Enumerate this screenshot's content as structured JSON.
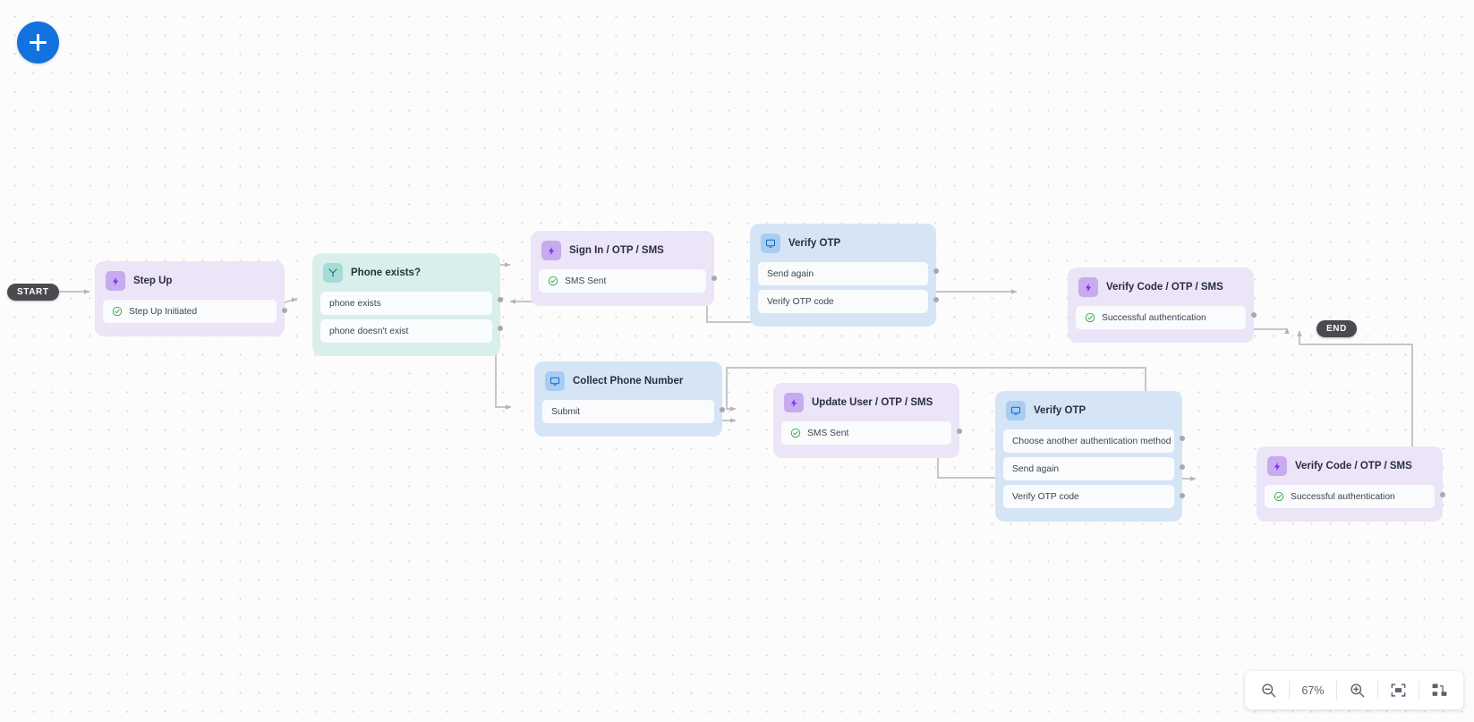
{
  "app": {
    "canvas_name": "flow-canvas",
    "add_button_label": "+",
    "add_button_icon": "plus-icon"
  },
  "terminals": {
    "start": "START",
    "end": "END"
  },
  "toolbar": {
    "zoom_level": "67%",
    "zoom_out_icon": "zoom-out-icon",
    "zoom_in_icon": "zoom-in-icon",
    "fit_screen_icon": "fit-to-screen-icon",
    "auto_layout_icon": "auto-layout-icon"
  },
  "colors": {
    "purple_node": "#ece4f7",
    "blue_node": "#d6e5f6",
    "teal_node": "#d9efec",
    "purple_icon": "#c8abee",
    "blue_icon": "#a9cdf2",
    "teal_icon": "#a5dcd6",
    "accent_blue": "#1273de",
    "success_green": "#2fa84f",
    "edge_gray": "#b4b4ba",
    "terminal_dark": "#4a4a4f"
  },
  "nodes": [
    {
      "id": "step-up",
      "title": "Step Up",
      "kind": "purple",
      "icon": "bolt-icon",
      "rows": [
        {
          "label": "Step Up Initiated",
          "status": "success"
        }
      ]
    },
    {
      "id": "phone-exists",
      "title": "Phone exists?",
      "kind": "teal",
      "icon": "branch-icon",
      "rows": [
        {
          "label": "phone exists",
          "status": "none"
        },
        {
          "label": "phone doesn't exist",
          "status": "none"
        }
      ]
    },
    {
      "id": "sign-in-otp-sms",
      "title": "Sign In / OTP / SMS",
      "kind": "purple",
      "icon": "bolt-icon",
      "rows": [
        {
          "label": "SMS Sent",
          "status": "success"
        }
      ]
    },
    {
      "id": "verify-otp-top",
      "title": "Verify OTP",
      "kind": "blue",
      "icon": "screen-icon",
      "rows": [
        {
          "label": "Send again",
          "status": "none"
        },
        {
          "label": "Verify OTP code",
          "status": "none"
        }
      ]
    },
    {
      "id": "verify-code-otp-sms-top",
      "title": "Verify Code / OTP / SMS",
      "kind": "purple",
      "icon": "bolt-icon",
      "rows": [
        {
          "label": "Successful authentication",
          "status": "success"
        }
      ]
    },
    {
      "id": "collect-phone-number",
      "title": "Collect Phone Number",
      "kind": "blue",
      "icon": "screen-icon",
      "rows": [
        {
          "label": "Submit",
          "status": "none"
        }
      ]
    },
    {
      "id": "update-user-otp-sms",
      "title": "Update User / OTP / SMS",
      "kind": "purple",
      "icon": "bolt-icon",
      "rows": [
        {
          "label": "SMS Sent",
          "status": "success"
        }
      ]
    },
    {
      "id": "verify-otp-bottom",
      "title": "Verify OTP",
      "kind": "blue",
      "icon": "screen-icon",
      "rows": [
        {
          "label": "Choose another authentication method",
          "status": "none"
        },
        {
          "label": "Send again",
          "status": "none"
        },
        {
          "label": "Verify OTP code",
          "status": "none"
        }
      ]
    },
    {
      "id": "verify-code-otp-sms-bottom",
      "title": "Verify Code / OTP / SMS",
      "kind": "purple",
      "icon": "bolt-icon",
      "rows": [
        {
          "label": "Successful authentication",
          "status": "success"
        }
      ]
    }
  ]
}
